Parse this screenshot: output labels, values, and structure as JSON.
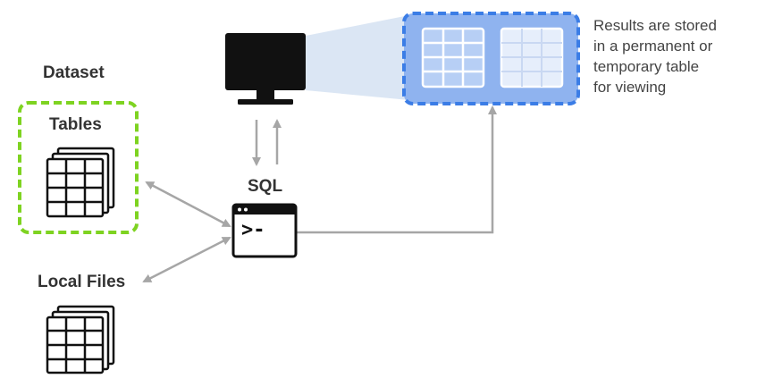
{
  "dataset": {
    "title": "Dataset",
    "tables_label": "Tables"
  },
  "local_files": {
    "label": "Local Files"
  },
  "sql": {
    "label": "SQL",
    "prompt": ">-"
  },
  "results": {
    "note_lines": [
      "Results are stored",
      "in a permanent or",
      "temporary table",
      "for viewing"
    ]
  },
  "colors": {
    "dataset_border": "#7ed321",
    "results_border": "#3b7de6",
    "results_fill": "#8fb3ef",
    "beam": "#dbe6f4",
    "arrow": "#a6a6a6",
    "icon": "#111111"
  },
  "icons": [
    "monitor-icon",
    "terminal-icon",
    "table-stack-icon",
    "table-grid-icon"
  ]
}
